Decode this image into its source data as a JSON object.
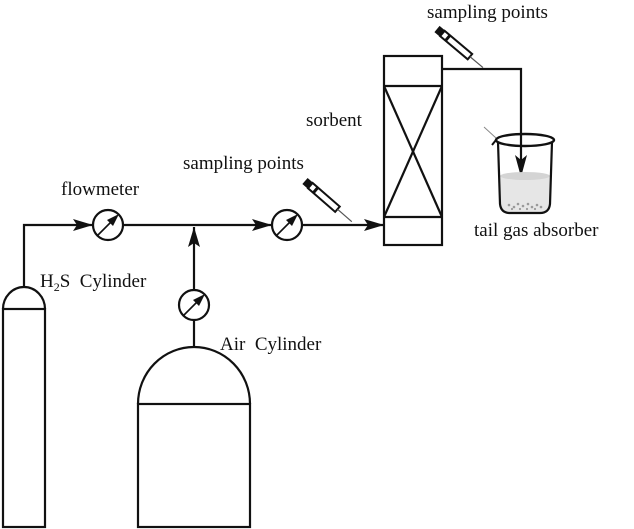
{
  "diagram": {
    "title": "H2S sorption experimental setup",
    "labels": {
      "flowmeter": "flowmeter",
      "h2s_cylinder_prefix": "H",
      "h2s_cylinder_subscript": "2",
      "h2s_cylinder_suffix": "S  Cylinder",
      "air_cylinder": "Air  Cylinder",
      "sampling_points_inlet": "sampling points",
      "sampling_points_outlet": "sampling points",
      "sorbent": "sorbent",
      "tail_gas_absorber": "tail gas absorber"
    },
    "components": [
      {
        "id": "h2s-cylinder",
        "type": "gas-cylinder"
      },
      {
        "id": "air-cylinder",
        "type": "gas-cylinder"
      },
      {
        "id": "flowmeter-h2s",
        "type": "flowmeter"
      },
      {
        "id": "flowmeter-air",
        "type": "flowmeter"
      },
      {
        "id": "flowmeter-mixed",
        "type": "flowmeter"
      },
      {
        "id": "syringe-inlet",
        "type": "sampling-syringe"
      },
      {
        "id": "syringe-outlet",
        "type": "sampling-syringe"
      },
      {
        "id": "sorbent-column",
        "type": "packed-column"
      },
      {
        "id": "tail-gas-beaker",
        "type": "beaker"
      }
    ],
    "colors": {
      "line": "#111111",
      "liquid": "#e6e6e6",
      "background": "#ffffff"
    }
  }
}
